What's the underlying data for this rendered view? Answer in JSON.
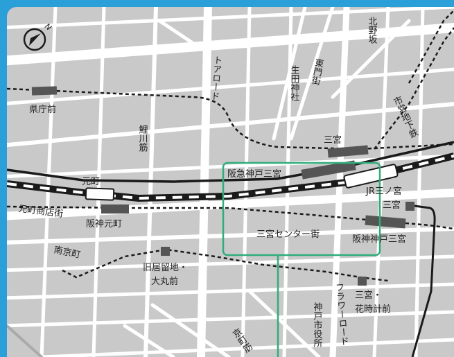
{
  "compass": {
    "label": "N"
  },
  "labels": {
    "kencho_mae": "県庁前",
    "motomachi": "元町",
    "motomachi_shotengai": "元町商店街",
    "hanshin_motomachi": "阪神元町",
    "nankinmachi": "南京町",
    "kyukyoryuchi": "旧居留地・",
    "daimaru_mae": "大丸前",
    "hankyu_kobe_sannomiya": "阪急神戸三宮",
    "sannomiya_top": "三宮",
    "jr_sannomiya": "JR三ノ宮",
    "sannomiya_sub": "三宮",
    "hanshin_kobe_sannomiya": "阪神神戸三宮",
    "sannomiya_center_gai": "三宮センター街",
    "sannomiya_hanadokei_1": "三宮・",
    "sannomiya_hanadokei_2": "花時計前"
  },
  "vlabels": {
    "tor_road": "トアロード",
    "ikuta_jinja": "生田神社",
    "higashimon_gai": "東門街",
    "kitano_zaka": "北野坂",
    "shiei_chikatetsu": "市営地下鉄",
    "koisuji": "鯉川筋",
    "flower_road": "フラワーロード",
    "kobe_shiyakusho": "神戸市役所",
    "kyomachi_suji": "京町筋"
  },
  "colors": {
    "frame": "#2a9fd8",
    "block": "#c9c9c9",
    "road": "#ffffff",
    "rail": "#1a1a1a",
    "station": "#555555",
    "highlight": "#2fae7b"
  }
}
